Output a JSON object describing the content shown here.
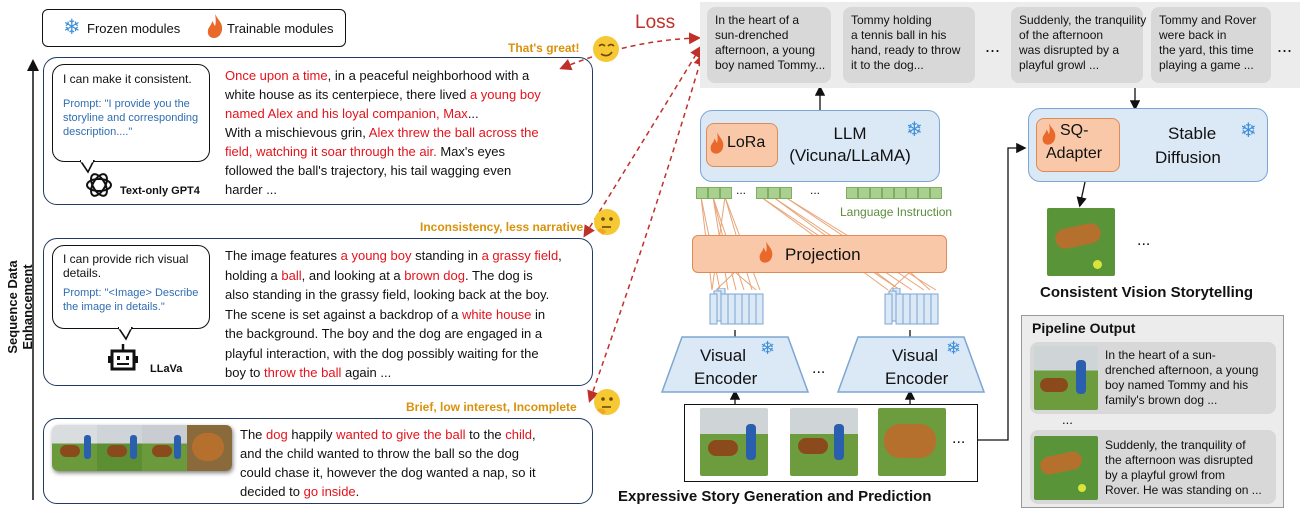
{
  "legend": {
    "frozen": "Frozen modules",
    "trainable": "Trainable modules"
  },
  "vertical_label": "Sequence Data Enhancement",
  "loss_label": "Loss",
  "feedback": {
    "great": "That's great!",
    "inconsistent": "Inconsistency, less narrative",
    "brief": "Brief, low interest, Incomplete"
  },
  "gpt4": {
    "bubble_text": "I can make it consistent.",
    "prompt_lines": [
      "Prompt: \"I provide you the",
      "storyline and corresponding",
      "description....\""
    ],
    "name": "Text-only GPT4",
    "story_lines": [
      [
        [
          "r",
          "Once upon a time"
        ],
        [
          "b",
          ", in a peaceful neighborhood with a"
        ]
      ],
      [
        [
          "b",
          "white house as its centerpiece, there lived "
        ],
        [
          "r",
          "a young boy"
        ]
      ],
      [
        [
          "r",
          "named Alex and his loyal companion, Max"
        ],
        [
          "b",
          "..."
        ]
      ],
      [
        [
          "b",
          "With a mischievous grin, "
        ],
        [
          "r",
          "Alex threw the ball across the"
        ]
      ],
      [
        [
          "r",
          "field, watching it soar through the air."
        ],
        [
          "b",
          " Max's eyes"
        ]
      ],
      [
        [
          "b",
          "followed the ball's trajectory, his tail wagging even"
        ]
      ],
      [
        [
          "b",
          "harder ..."
        ]
      ]
    ]
  },
  "llava": {
    "bubble_lines": [
      "I can provide rich visual",
      "details."
    ],
    "prompt_lines": [
      "Prompt: \"<Image> Describe",
      "the image in details.\""
    ],
    "name": "LLaVa",
    "story_lines": [
      [
        [
          "b",
          "The image features "
        ],
        [
          "r",
          "a young boy"
        ],
        [
          "b",
          " standing in "
        ],
        [
          "r",
          "a grassy field"
        ],
        [
          "b",
          ","
        ]
      ],
      [
        [
          "b",
          "holding a "
        ],
        [
          "r",
          "ball"
        ],
        [
          "b",
          ", and looking at a "
        ],
        [
          "r",
          "brown dog"
        ],
        [
          "b",
          ". The dog is"
        ]
      ],
      [
        [
          "b",
          "also standing in the grassy field, looking back at the boy."
        ]
      ],
      [
        [
          "b",
          "The scene is set against a backdrop of a "
        ],
        [
          "r",
          "white house"
        ],
        [
          "b",
          " in"
        ]
      ],
      [
        [
          "b",
          "the background. The boy and the dog are engaged in a"
        ]
      ],
      [
        [
          "b",
          "playful interaction, with the dog possibly waiting for the"
        ]
      ],
      [
        [
          "b",
          "boy to "
        ],
        [
          "r",
          "throw the ball"
        ],
        [
          "b",
          " again ..."
        ]
      ]
    ]
  },
  "raw": {
    "story_lines": [
      [
        [
          "b",
          "The "
        ],
        [
          "r",
          "dog"
        ],
        [
          "b",
          " happily "
        ],
        [
          "r",
          "wanted to give the ball"
        ],
        [
          "b",
          " to the "
        ],
        [
          "r",
          "child"
        ],
        [
          "b",
          ","
        ]
      ],
      [
        [
          "b",
          "and the child wanted to throw the ball so the dog"
        ]
      ],
      [
        [
          "b",
          "could chase it, however the dog wanted a nap, so it"
        ]
      ],
      [
        [
          "b",
          "decided to "
        ],
        [
          "r",
          "go inside"
        ],
        [
          "b",
          "."
        ]
      ]
    ]
  },
  "story_cards": [
    [
      "In the heart of a",
      "sun-drenched",
      "afternoon, a young",
      "boy named Tommy..."
    ],
    [
      "Tommy holding",
      "a tennis ball in his",
      "hand, ready to throw",
      "it to the dog..."
    ],
    [
      "Suddenly, the tranquility",
      "of the afternoon",
      "was disrupted by a",
      "playful growl ..."
    ],
    [
      "Tommy and Rover",
      "were back in",
      "the yard, this time",
      "playing a game ..."
    ]
  ],
  "ellipsis": "...",
  "llm": {
    "lora": "LoRa",
    "line1": "LLM",
    "line2": "(Vicuna/LLaMA)"
  },
  "language_instruction": "Language Instruction",
  "projection": "Projection",
  "visual_encoder": {
    "line1": "Visual",
    "line2": "Encoder"
  },
  "bottom_caption": "Expressive Story Generation and Prediction",
  "sd": {
    "adapter_line1": "SQ-",
    "adapter_line2": "Adapter",
    "sd_line1": "Stable",
    "sd_line2": "Diffusion"
  },
  "consistent_caption": "Consistent Vision Storytelling",
  "pipeline": {
    "title": "Pipeline Output",
    "item1": [
      "In the heart of a sun-",
      "drenched afternoon, a young",
      "boy named Tommy and his",
      "family's brown dog ..."
    ],
    "item2": [
      "Suddenly, the tranquility of",
      "the afternoon was disrupted",
      "by a playful growl from",
      "Rover. He was standing on ..."
    ]
  },
  "colors": {
    "red_text": "#e5121b",
    "prompt_blue": "#2f6db3",
    "frozen_blue": "#3e8fd8",
    "trainable_orange": "#e8692a",
    "feedback_orange": "#d9920c",
    "loss_arrow": "#c0302a"
  }
}
